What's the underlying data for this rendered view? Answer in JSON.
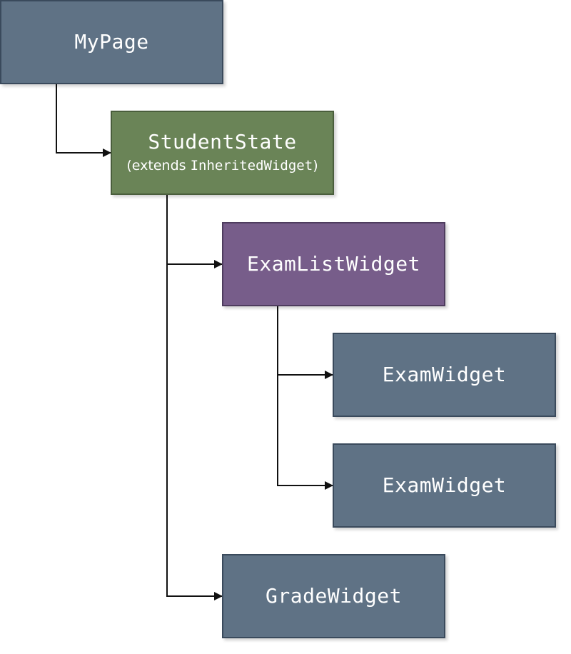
{
  "colors": {
    "default_node": "#5f7285",
    "inherited_node": "#6a8457",
    "list_node": "#775d8a",
    "border": "#3a4a5c",
    "connector": "#111111"
  },
  "nodes": {
    "mypage": {
      "label": "MyPage",
      "fill": "#5f7285"
    },
    "studentstate": {
      "label": "StudentState",
      "sub_prefix": "(extends ",
      "sub_code": "InheritedWidget",
      "sub_suffix": ")",
      "fill": "#6a8457",
      "border": "#4a5e3c"
    },
    "examlist": {
      "label": "ExamListWidget",
      "fill": "#775d8a",
      "border": "#4e3c5e"
    },
    "exam1": {
      "label": "ExamWidget",
      "fill": "#5f7285"
    },
    "exam2": {
      "label": "ExamWidget",
      "fill": "#5f7285"
    },
    "grade": {
      "label": "GradeWidget",
      "fill": "#5f7285"
    }
  },
  "edges": [
    {
      "from": "mypage",
      "to": "studentstate"
    },
    {
      "from": "studentstate",
      "to": "examlist"
    },
    {
      "from": "studentstate",
      "to": "grade"
    },
    {
      "from": "examlist",
      "to": "exam1"
    },
    {
      "from": "examlist",
      "to": "exam2"
    }
  ]
}
